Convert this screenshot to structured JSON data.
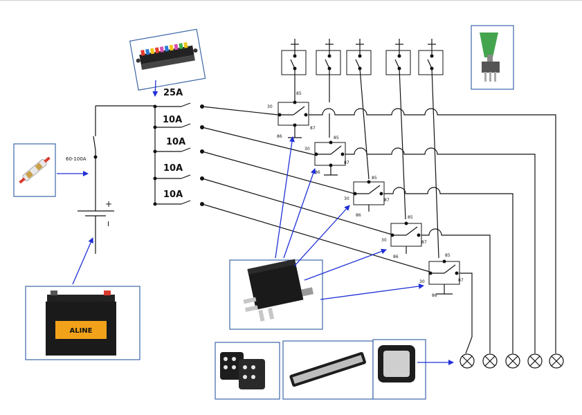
{
  "labels": {
    "main_fuse_rating": "60-100A",
    "battery_plus": "+",
    "battery_minus": "I",
    "fuse_25a": "25A",
    "fuse_10a_1": "10A",
    "fuse_10a_2": "10A",
    "fuse_10a_3": "10A",
    "fuse_10a_4": "10A",
    "battery_brand": "ALINE",
    "relay_pin_85": "85",
    "relay_pin_86": "86",
    "relay_pin_87": "87",
    "relay_pin_30": "30"
  },
  "colors": {
    "wire": "#111111",
    "arrow": "#1f2fd6",
    "frame": "#3b66a8",
    "battery_label": "#f2a21a",
    "switch_green": "#2f9a3a"
  },
  "components": {
    "relays": 5,
    "switches": 5,
    "lamps": 5
  }
}
